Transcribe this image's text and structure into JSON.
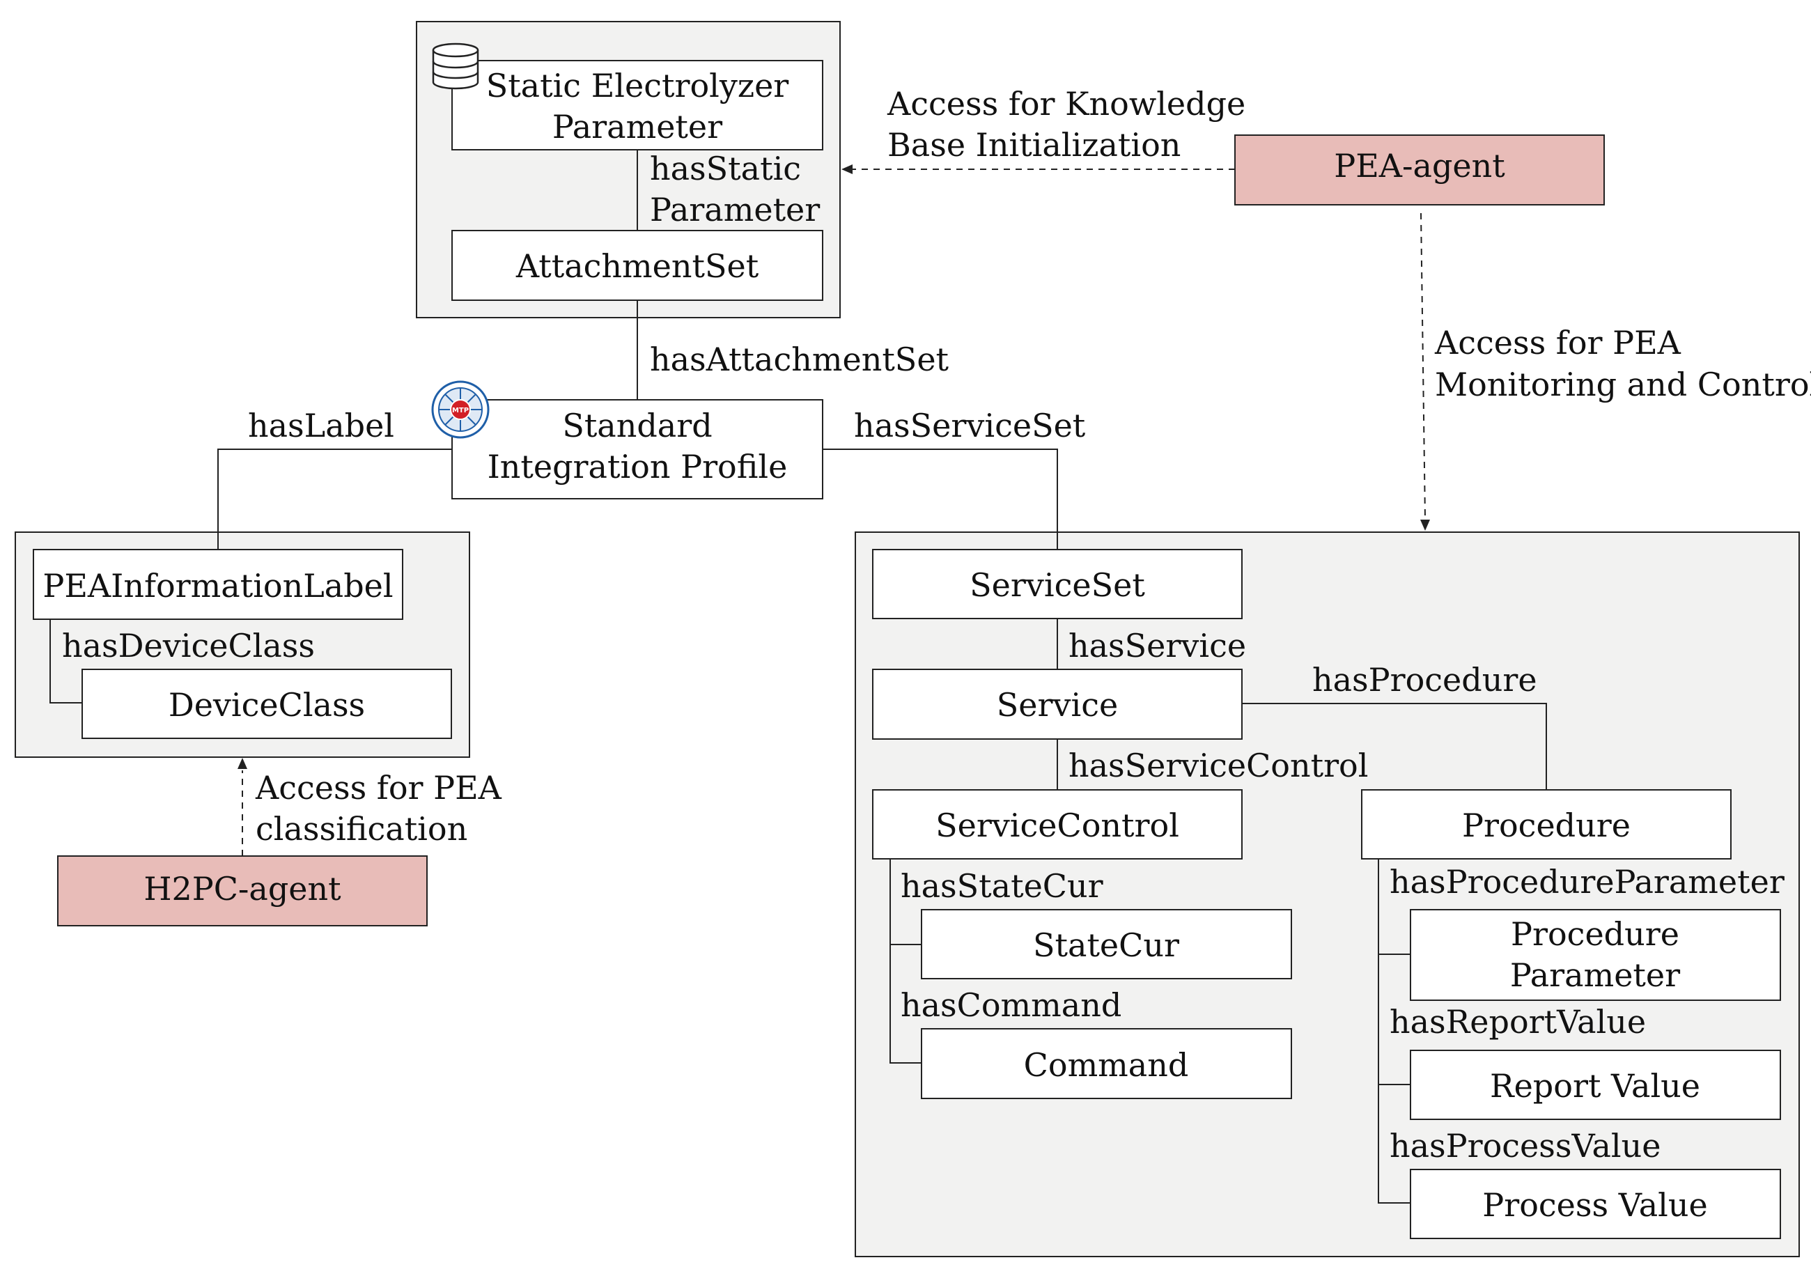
{
  "nodes": {
    "static_param": "Static Electrolyzer Parameter",
    "static_param_line1": "Static Electrolyzer",
    "static_param_line2": "Parameter",
    "attachment_set": "AttachmentSet",
    "sip_line1": "Standard",
    "sip_line2": "Integration Profile",
    "pea_info_label": "PEAInformationLabel",
    "device_class": "DeviceClass",
    "h2pc_agent": "H2PC-agent",
    "pea_agent": "PEA-agent",
    "service_set": "ServiceSet",
    "service": "Service",
    "service_control": "ServiceControl",
    "procedure": "Procedure",
    "state_cur": "StateCur",
    "command": "Command",
    "procedure_param_line1": "Procedure",
    "procedure_param_line2": "Parameter",
    "report_value": "Report Value",
    "process_value": "Process Value"
  },
  "relations": {
    "has_static_line1": "hasStatic",
    "has_static_line2": "Parameter",
    "has_attachment_set": "hasAttachmentSet",
    "has_label": "hasLabel",
    "has_service_set": "hasServiceSet",
    "has_device_class": "hasDeviceClass",
    "has_service": "hasService",
    "has_procedure": "hasProcedure",
    "has_service_control": "hasServiceControl",
    "has_state_cur": "hasStateCur",
    "has_command": "hasCommand",
    "has_procedure_parameter": "hasProcedureParameter",
    "has_report_value": "hasReportValue",
    "has_process_value": "hasProcessValue"
  },
  "access": {
    "kb_init_line1": "Access for Knowledge",
    "kb_init_line2": "Base Initialization",
    "monitoring_line1": "Access for PEA",
    "monitoring_line2": "Monitoring and Control",
    "classification_line1": "Access for PEA",
    "classification_line2": "classification"
  },
  "icons": {
    "database": "database-icon",
    "mtp": "mtp-logo-icon",
    "mtp_text": "MTP"
  },
  "colors": {
    "agent_fill": "#e8bcb8",
    "group_fill": "#f2f2f1",
    "line": "#222222",
    "mtp_blue": "#1f5fa8",
    "mtp_red": "#d21f26"
  }
}
